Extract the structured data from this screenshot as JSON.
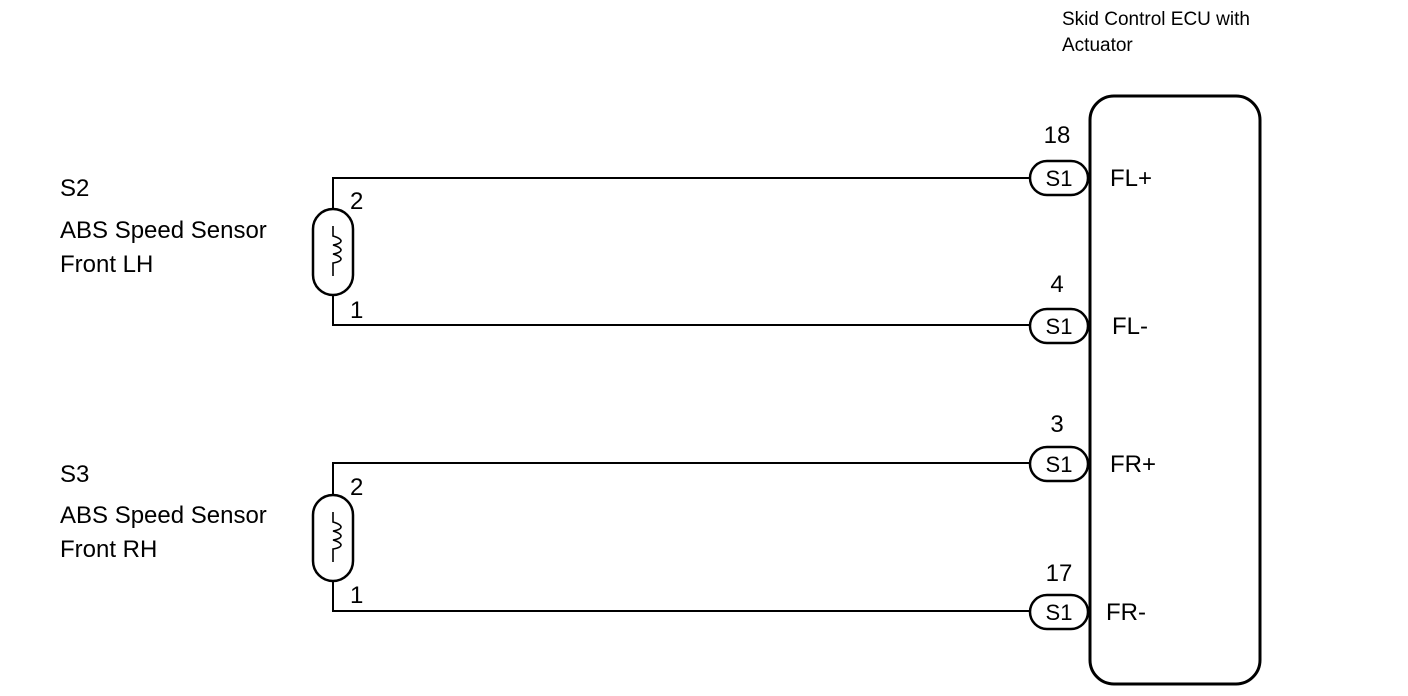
{
  "ecu": {
    "title_line1": "Skid Control ECU with",
    "title_line2": "Actuator",
    "connector_code": "S1",
    "terminals": [
      {
        "pin": "18",
        "name": "FL+"
      },
      {
        "pin": "4",
        "name": "FL-"
      },
      {
        "pin": "3",
        "name": "FR+"
      },
      {
        "pin": "17",
        "name": "FR-"
      }
    ]
  },
  "sensors": [
    {
      "code": "S2",
      "name_line1": "ABS Speed Sensor",
      "name_line2": "Front LH",
      "pin_top": "2",
      "pin_bottom": "1"
    },
    {
      "code": "S3",
      "name_line1": "ABS Speed Sensor",
      "name_line2": "Front RH",
      "pin_top": "2",
      "pin_bottom": "1"
    }
  ]
}
